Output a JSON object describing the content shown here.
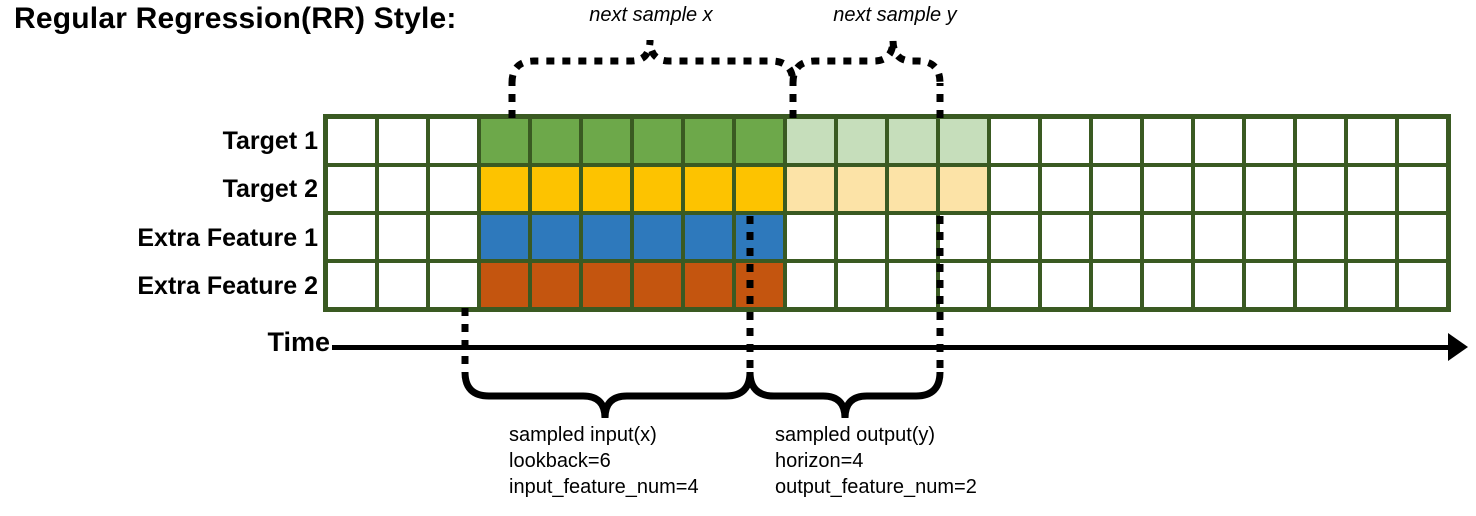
{
  "title": "Regular Regression(RR) Style:",
  "annotations": {
    "next_sample_x": "next sample x",
    "next_sample_y": "next sample y"
  },
  "rows": [
    {
      "label": "Target 1",
      "fill": "green",
      "fill_light": "greenlite"
    },
    {
      "label": "Target 2",
      "fill": "amber",
      "fill_light": "amberlite"
    },
    {
      "label": "Extra Feature 1",
      "fill": "blue",
      "fill_light": "none"
    },
    {
      "label": "Extra Feature 2",
      "fill": "orange",
      "fill_light": "none"
    }
  ],
  "grid": {
    "total_columns": 22,
    "lead_blank_columns": 3,
    "input_columns": 6,
    "output_columns": 4,
    "trail_blank_columns": 9,
    "cells": [
      [
        "white",
        "white",
        "white",
        "green",
        "green",
        "green",
        "green",
        "green",
        "green",
        "greenlite",
        "greenlite",
        "greenlite",
        "greenlite",
        "white",
        "white",
        "white",
        "white",
        "white",
        "white",
        "white",
        "white",
        "white"
      ],
      [
        "white",
        "white",
        "white",
        "amber",
        "amber",
        "amber",
        "amber",
        "amber",
        "amber",
        "amberlite",
        "amberlite",
        "amberlite",
        "amberlite",
        "white",
        "white",
        "white",
        "white",
        "white",
        "white",
        "white",
        "white",
        "white"
      ],
      [
        "white",
        "white",
        "white",
        "blue",
        "blue",
        "blue",
        "blue",
        "blue",
        "blue",
        "white",
        "white",
        "white",
        "white",
        "white",
        "white",
        "white",
        "white",
        "white",
        "white",
        "white",
        "white",
        "white"
      ],
      [
        "white",
        "white",
        "white",
        "orange",
        "orange",
        "orange",
        "orange",
        "orange",
        "orange",
        "white",
        "white",
        "white",
        "white",
        "white",
        "white",
        "white",
        "white",
        "white",
        "white",
        "white",
        "white",
        "white"
      ]
    ]
  },
  "time_axis": {
    "label": "Time"
  },
  "captions": {
    "input": {
      "line1": "sampled input(x)",
      "line2": "lookback=6",
      "line3": "input_feature_num=4"
    },
    "output": {
      "line1": "sampled output(y)",
      "line2": "horizon=4",
      "line3": "output_feature_num=2"
    }
  },
  "colors": {
    "grid_border": "#3A5A22",
    "green": "#6DA84A",
    "amber": "#FDC300",
    "blue": "#2E79BC",
    "orange": "#C4550F",
    "green_light": "#C6DEBB",
    "amber_light": "#FCE3A7",
    "axis": "#000000"
  }
}
